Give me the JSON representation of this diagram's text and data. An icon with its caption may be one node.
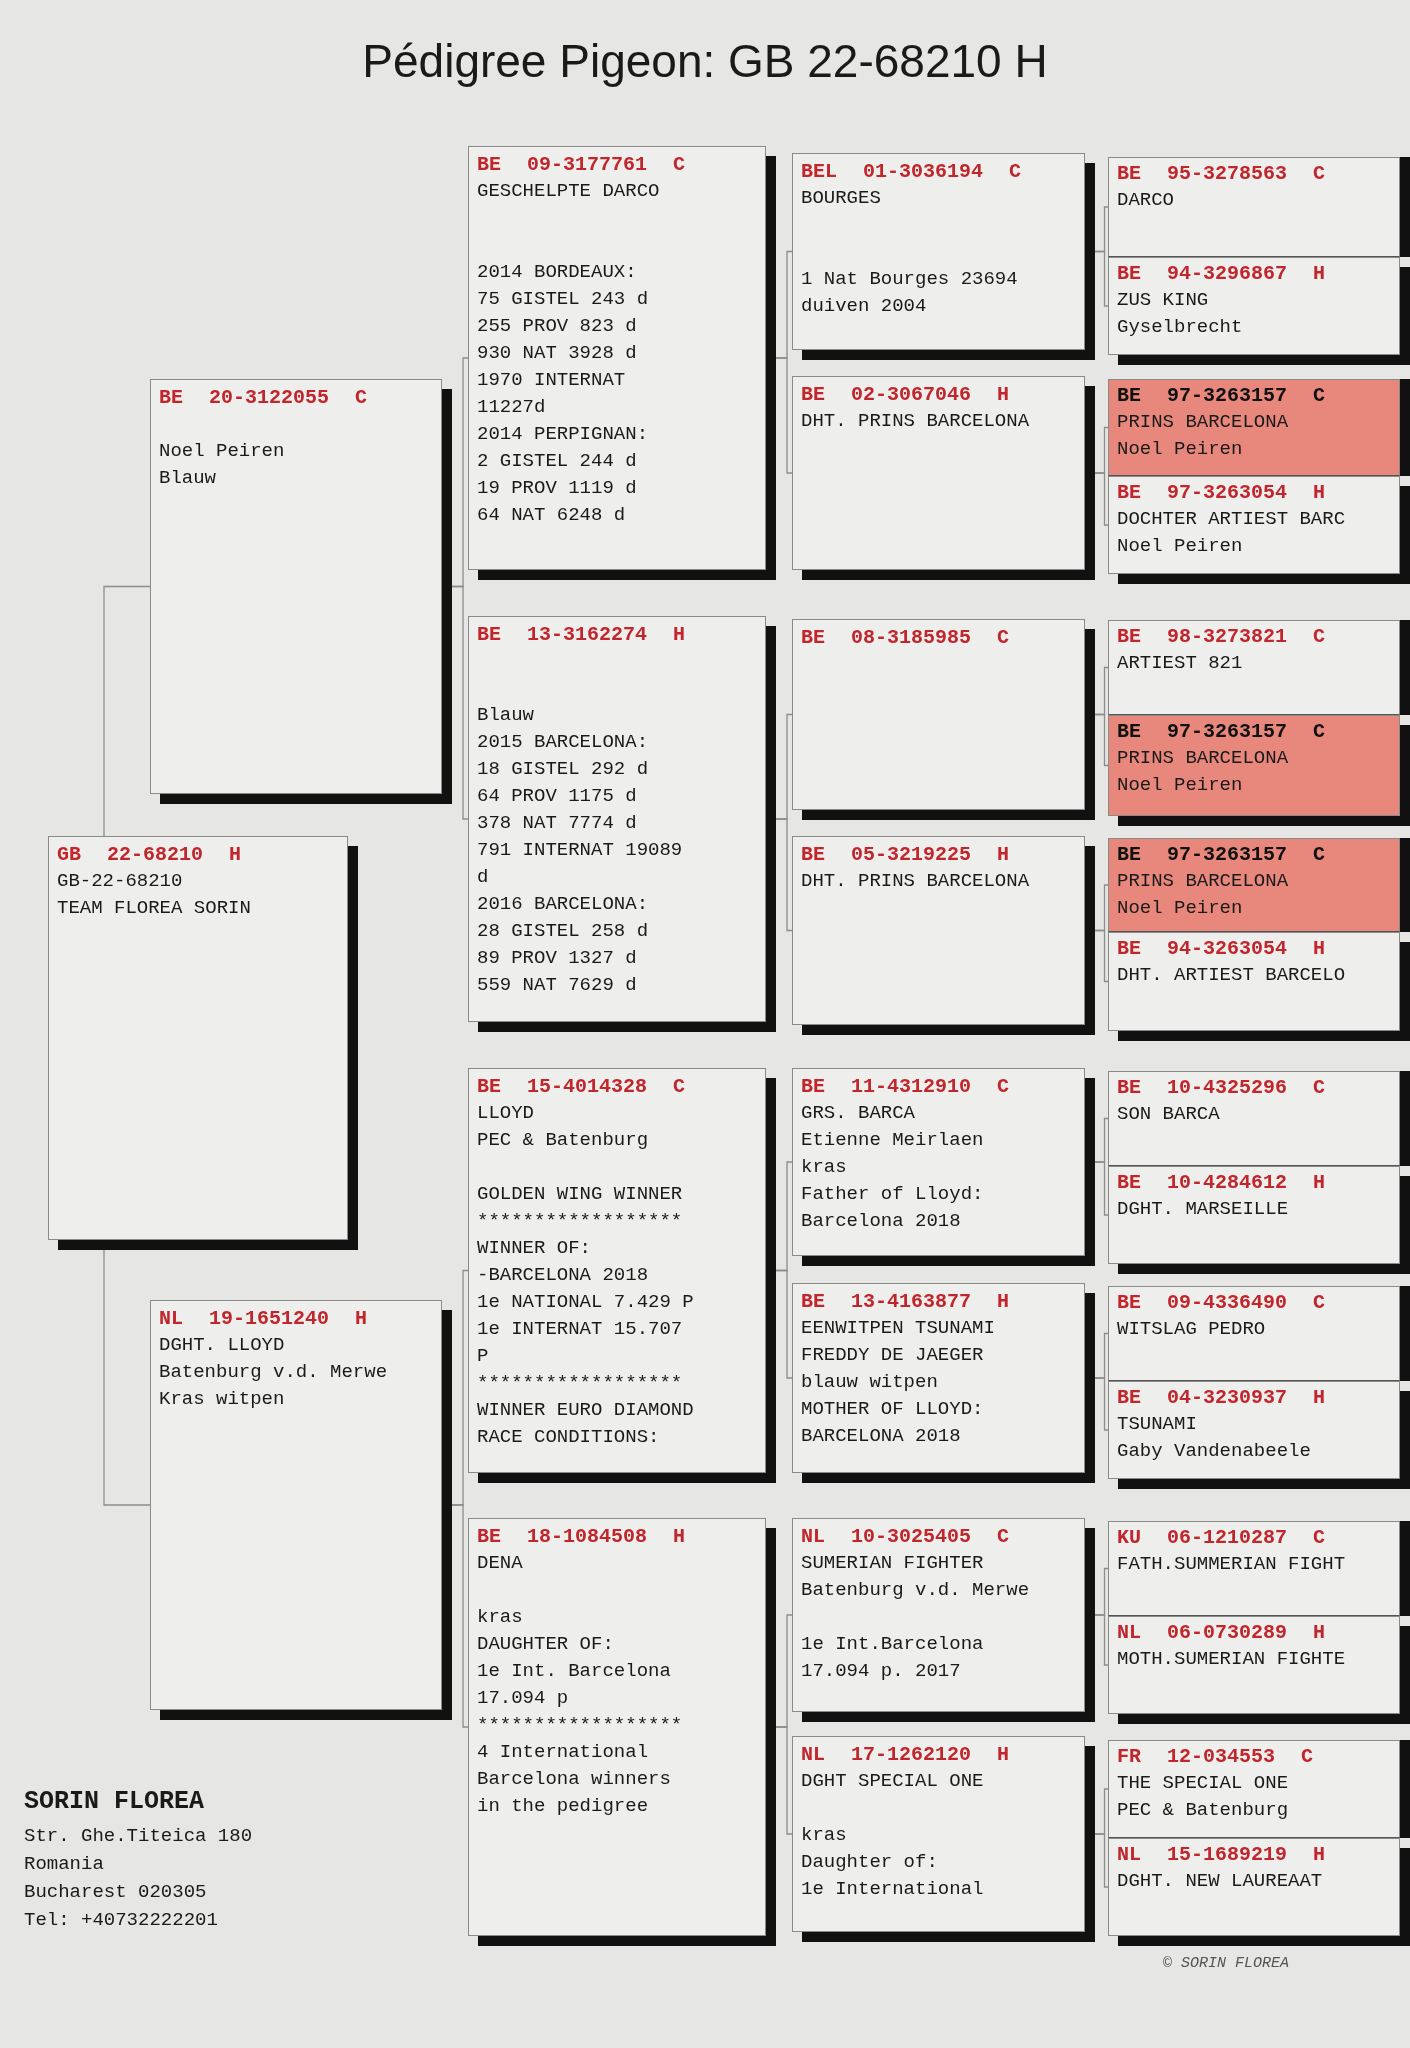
{
  "diagram": {
    "title": "Pédigree Pigeon: GB 22-68210 H",
    "nodes": [
      {
        "text": [
          "GB 22-68210 H",
          "GB-22-68210",
          "TEAM FLOREA SORIN"
        ]
      },
      {
        "text": [
          "BE 20-3122055 C",
          "Noel Peiren",
          "Blauw"
        ]
      },
      {
        "text": [
          "NL 19-1651240 H",
          "DGHT. LLOYD",
          "Batenburg v.d. Merwe",
          "Kras witpen"
        ]
      },
      {
        "text": [
          "BE 09-3177761 C",
          "GESCHELPTE DARCO",
          "2014 BORDEAUX:",
          "75 GISTEL 243 d",
          "255 PROV 823 d",
          "930 NAT 3928 d",
          "1970 INTERNAT 11227d",
          "2014 PERPIGNAN:",
          "2 GISTEL 244 d",
          "19 PROV 1119 d",
          "64 NAT 6248 d"
        ]
      },
      {
        "text": [
          "BE 13-3162274 H",
          "Blauw",
          "2015 BARCELONA:",
          "18 GISTEL 292 d",
          "64 PROV 1175 d",
          "378 NAT 7774 d",
          "791 INTERNAT 19089 d",
          "2016 BARCELONA:",
          "28 GISTEL 258 d",
          "89 PROV 1327 d",
          "559 NAT 7629 d"
        ]
      },
      {
        "text": [
          "BE 15-4014328 C",
          "LLOYD",
          "PEC & Batenburg",
          "GOLDEN WING WINNER",
          "******************",
          "WINNER OF:",
          "-BARCELONA 2018",
          "1e NATIONAL 7.429 P",
          "1e INTERNAT 15.707 P",
          "******************",
          "WINNER EURO DIAMOND",
          "RACE CONDITIONS:"
        ]
      },
      {
        "text": [
          "BE 18-1084508 H",
          "DENA",
          "kras",
          "DAUGHTER OF:",
          "1e Int. Barcelona",
          "17.094 p",
          "******************",
          "4 International",
          "Barcelona winners",
          "in the pedigree"
        ]
      },
      {
        "text": [
          "BEL 01-3036194 C",
          "BOURGES",
          "1 Nat Bourges 23694 duiven 2004"
        ]
      },
      {
        "text": [
          "BE 02-3067046 H",
          "DHT. PRINS BARCELONA"
        ]
      },
      {
        "text": [
          "BE 08-3185985 C"
        ]
      },
      {
        "text": [
          "BE 05-3219225 H",
          "DHT. PRINS BARCELONA"
        ]
      },
      {
        "text": [
          "BE 11-4312910 C",
          "GRS. BARCA",
          "Etienne Meirlaen",
          "kras",
          "Father of Lloyd:",
          "Barcelona 2018"
        ]
      },
      {
        "text": [
          "BE 13-4163877 H",
          "EENWITPEN TSUNAMI",
          "FREDDY DE JAEGER",
          "blauw witpen",
          "MOTHER OF LLOYD:",
          "BARCELONA 2018"
        ]
      },
      {
        "text": [
          "NL 10-3025405 C",
          "SUMERIAN FIGHTER",
          "Batenburg v.d. Merwe",
          "1e Int.Barcelona",
          "17.094 p. 2017"
        ]
      },
      {
        "text": [
          "NL 17-1262120 H",
          "DGHT SPECIAL ONE",
          "kras",
          "Daughter of:",
          "1e International"
        ]
      },
      {
        "text": [
          "BE 95-3278563 C",
          "DARCO"
        ]
      },
      {
        "text": [
          "BE 94-3296867 H",
          "ZUS KING",
          "Gyselbrecht"
        ]
      },
      {
        "text": [
          "BE 97-3263157 C",
          "PRINS BARCELONA",
          "Noel Peiren"
        ]
      },
      {
        "text": [
          "BE 97-3263054 H",
          "DOCHTER ARTIEST BARC",
          "Noel Peiren"
        ]
      },
      {
        "text": [
          "BE 98-3273821 C",
          "ARTIEST 821"
        ]
      },
      {
        "text": [
          "BE 97-3263157 C",
          "PRINS BARCELONA",
          "Noel Peiren"
        ]
      },
      {
        "text": [
          "BE 97-3263157 C",
          "PRINS BARCELONA",
          "Noel Peiren"
        ]
      },
      {
        "text": [
          "BE 94-3263054 H",
          "DHT. ARTIEST BARCELO"
        ]
      },
      {
        "text": [
          "BE 10-4325296 C",
          "SON BARCA"
        ]
      },
      {
        "text": [
          "BE 10-4284612 H",
          "DGHT. MARSEILLE"
        ]
      },
      {
        "text": [
          "BE 09-4336490 C",
          "WITSLAG PEDRO"
        ]
      },
      {
        "text": [
          "BE 04-3230937 H",
          "TSUNAMI",
          "Gaby Vandenabeele"
        ]
      },
      {
        "text": [
          "KU 06-1210287 C",
          "FATH.SUMMERIAN FIGHT"
        ]
      },
      {
        "text": [
          "NL 06-0730289 H",
          "MOTH.SUMERIAN FIGHTE"
        ]
      },
      {
        "text": [
          "FR 12-034553 C",
          "THE SPECIAL ONE",
          "PEC & Batenburg"
        ]
      },
      {
        "text": [
          "NL 15-1689219 H",
          "DGHT. NEW LAUREAAT"
        ]
      }
    ],
    "edges": [
      {
        "from": 0,
        "to": 1,
        "arrow": "none"
      },
      {
        "from": 0,
        "to": 2,
        "arrow": "none"
      },
      {
        "from": 1,
        "to": 3,
        "arrow": "none"
      },
      {
        "from": 1,
        "to": 4,
        "arrow": "none"
      },
      {
        "from": 2,
        "to": 5,
        "arrow": "none"
      },
      {
        "from": 2,
        "to": 6,
        "arrow": "none"
      },
      {
        "from": 3,
        "to": 7,
        "arrow": "none"
      },
      {
        "from": 3,
        "to": 8,
        "arrow": "none"
      },
      {
        "from": 4,
        "to": 9,
        "arrow": "none"
      },
      {
        "from": 4,
        "to": 10,
        "arrow": "none"
      },
      {
        "from": 5,
        "to": 11,
        "arrow": "none"
      },
      {
        "from": 5,
        "to": 12,
        "arrow": "none"
      },
      {
        "from": 6,
        "to": 13,
        "arrow": "none"
      },
      {
        "from": 6,
        "to": 14,
        "arrow": "none"
      },
      {
        "from": 7,
        "to": 15,
        "arrow": "none"
      },
      {
        "from": 7,
        "to": 16,
        "arrow": "none"
      },
      {
        "from": 8,
        "to": 17,
        "arrow": "none"
      },
      {
        "from": 8,
        "to": 18,
        "arrow": "none"
      },
      {
        "from": 9,
        "to": 19,
        "arrow": "none"
      },
      {
        "from": 9,
        "to": 20,
        "arrow": "none"
      },
      {
        "from": 10,
        "to": 21,
        "arrow": "none"
      },
      {
        "from": 10,
        "to": 22,
        "arrow": "none"
      },
      {
        "from": 11,
        "to": 23,
        "arrow": "none"
      },
      {
        "from": 11,
        "to": 24,
        "arrow": "none"
      },
      {
        "from": 12,
        "to": 25,
        "arrow": "none"
      },
      {
        "from": 12,
        "to": 26,
        "arrow": "none"
      },
      {
        "from": 13,
        "to": 27,
        "arrow": "none"
      },
      {
        "from": 13,
        "to": 28,
        "arrow": "none"
      },
      {
        "from": 14,
        "to": 29,
        "arrow": "none"
      },
      {
        "from": 14,
        "to": 30,
        "arrow": "none"
      }
    ],
    "labels": [
      "SORIN FLOREA",
      "Str. Ghe.Titeica 180",
      "Romania",
      "Bucharest 020305",
      "Tel: +40732222201",
      "© SORIN FLOREA"
    ]
  }
}
